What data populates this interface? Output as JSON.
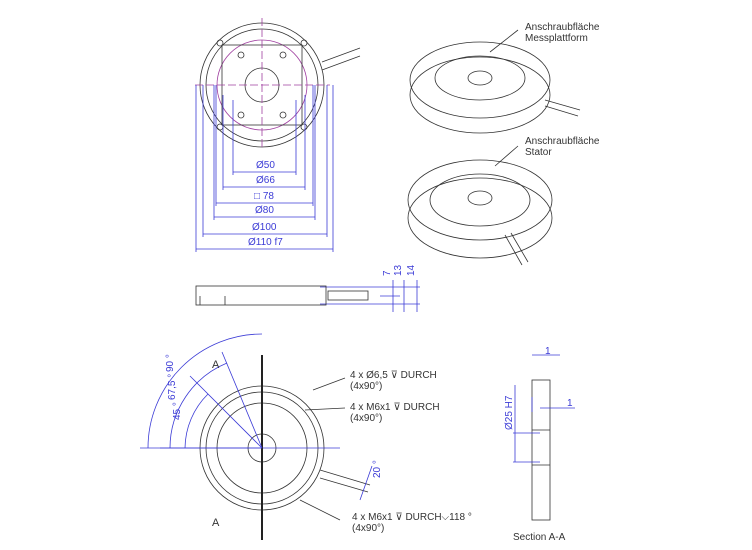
{
  "labels": {
    "mount_platform": [
      "Anschraubfläche",
      "Messplattform"
    ],
    "mount_stator": [
      "Anschraubfläche",
      "Stator"
    ],
    "section_marker": "A",
    "section_title": "Section A-A"
  },
  "dimensions": {
    "d50": "Ø50",
    "d66": "Ø66",
    "sq78": "□ 78",
    "d80": "Ø80",
    "d100": "Ø100",
    "d110": "Ø110 f7",
    "h7": "7",
    "h13": "13",
    "h14": "14",
    "a90": "90 °",
    "a67": "67,5 °",
    "a45": "45 °",
    "a20": "20 °",
    "d25": "Ø25 H7",
    "s1a": "1",
    "s1b": "1"
  },
  "callouts": {
    "holes1": [
      "4 x Ø6,5 ⊽ DURCH",
      "(4x90°)"
    ],
    "holes2": [
      "4 x M6x1 ⊽ DURCH",
      "(4x90°)"
    ],
    "holes3": [
      "4 x M6x1 ⊽ DURCH⌵118 °",
      "(4x90°)"
    ]
  },
  "colors": {
    "dimension": "#3b3bd6",
    "outline": "#333333",
    "axis": "#a040a0"
  }
}
